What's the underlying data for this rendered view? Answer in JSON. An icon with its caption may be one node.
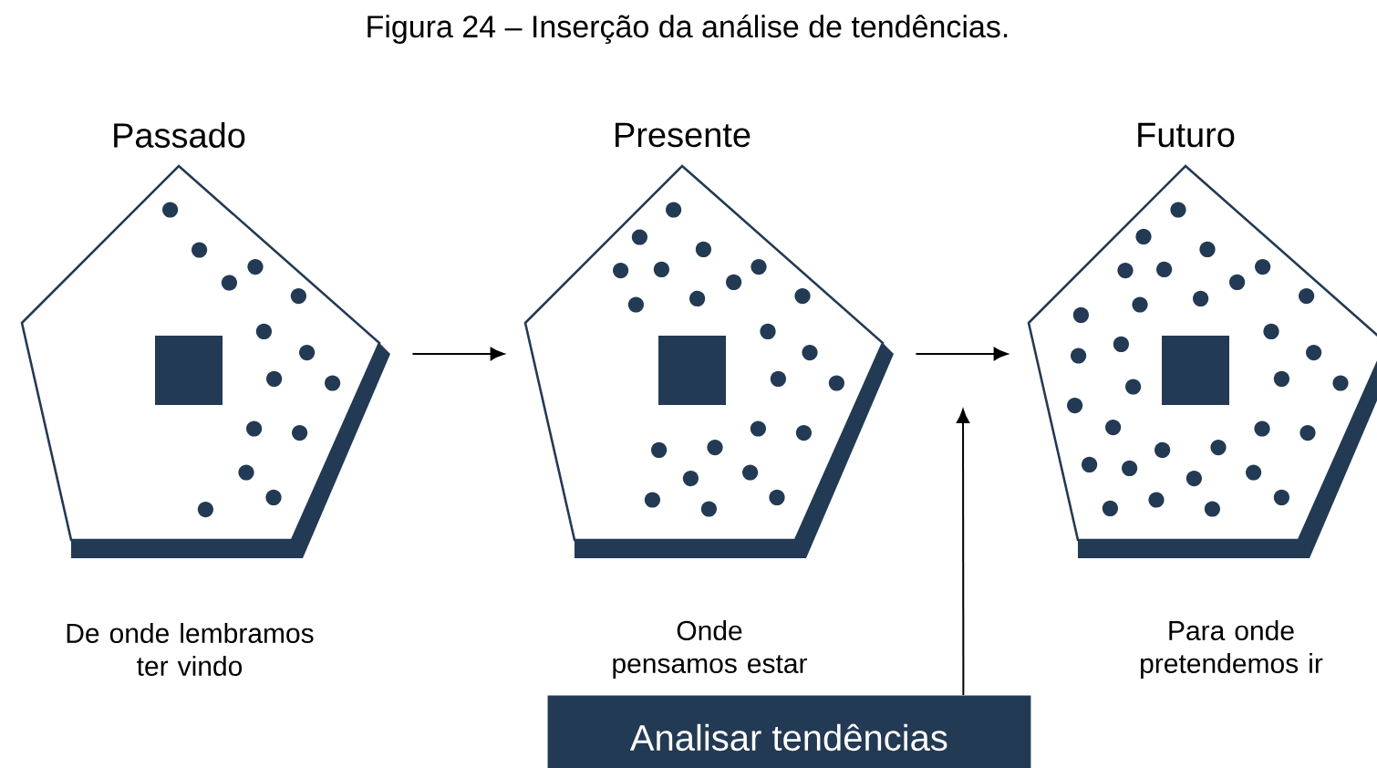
{
  "diagram": {
    "title": "Figura 24 – Inserção da análise de tendências.",
    "nodes": [
      {
        "text": [
          "Passado"
        ],
        "beside": [
          "De onde lembramos ter vindo"
        ]
      },
      {
        "text": [
          "Presente"
        ]
      },
      {
        "text": [
          "Futuro"
        ],
        "beside": [
          "Para onde pretendemos ir"
        ]
      },
      {
        "text": [
          "Analisar tendências"
        ]
      }
    ],
    "edges": [
      {
        "from": 0,
        "to": 1,
        "arrow": "to"
      },
      {
        "from": 1,
        "to": 2,
        "arrow": "to"
      },
      {
        "from": 3,
        "to": null,
        "arrow": "to"
      }
    ],
    "labels": [
      "Onde pensamos estar"
    ]
  }
}
